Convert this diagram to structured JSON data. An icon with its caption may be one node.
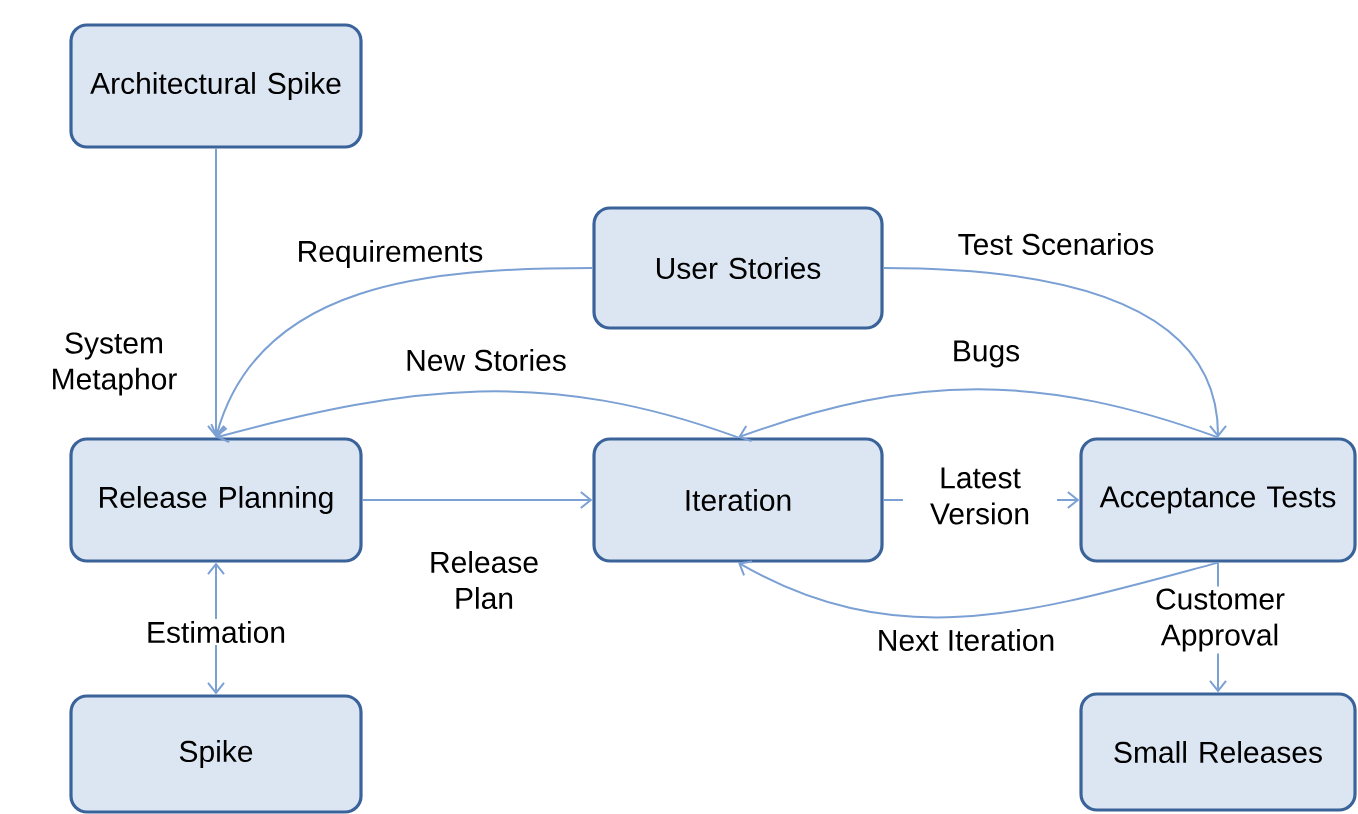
{
  "diagram": {
    "nodes": [
      {
        "text": [
          "Architectural Spike"
        ]
      },
      {
        "text": [
          "User Stories"
        ]
      },
      {
        "text": [
          "Release Planning"
        ]
      },
      {
        "text": [
          "Iteration"
        ]
      },
      {
        "text": [
          "Acceptance Tests"
        ]
      },
      {
        "text": [
          "Spike"
        ]
      },
      {
        "text": [
          "Small Releases"
        ]
      }
    ],
    "edges": [
      {
        "from": 0,
        "to": 2,
        "arrow": "to",
        "label": "System Metaphor"
      },
      {
        "from": 1,
        "to": 2,
        "arrow": "to",
        "label": "Requirements"
      },
      {
        "from": 1,
        "to": 4,
        "arrow": "to",
        "label": "Test Scenarios"
      },
      {
        "from": 3,
        "to": 2,
        "arrow": "to",
        "label": "New Stories"
      },
      {
        "from": 4,
        "to": 3,
        "arrow": "to",
        "label": "Bugs"
      },
      {
        "from": 2,
        "to": 3,
        "arrow": "to",
        "label": "Release Plan"
      },
      {
        "from": 3,
        "to": 4,
        "arrow": "to",
        "label": "Latest Version"
      },
      {
        "from": 4,
        "to": 3,
        "arrow": "to",
        "label": "Next Iteration"
      },
      {
        "from": 2,
        "to": 5,
        "arrow": "both",
        "label": "Estimation"
      },
      {
        "from": 4,
        "to": 6,
        "arrow": "to",
        "label": "Customer Approval"
      }
    ]
  }
}
